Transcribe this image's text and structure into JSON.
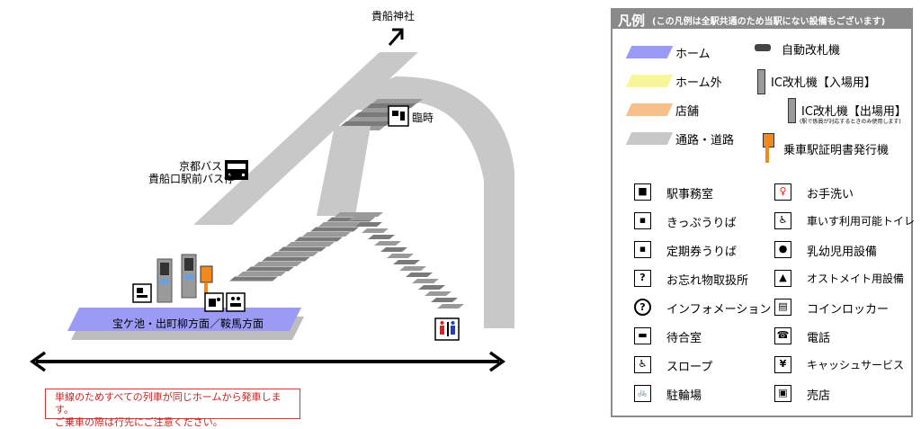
{
  "map": {
    "shrine_label": "貴船神社",
    "bus_label_line1": "京都バス",
    "bus_label_line2": "貴船口駅前バス停",
    "ticket_booth_label": "臨時",
    "platform_label": "宝ケ池・出町柳方面／鞍馬方面",
    "notice_line1": "単線のためすべての列車が同じホームから発車します。",
    "notice_line2": "ご乗車の際は行先にご注意ください。"
  },
  "legend": {
    "title": "凡例",
    "note": "(この凡例は全駅共通のため当駅にない設備もございます)",
    "area_items": [
      {
        "label": "ホーム",
        "color": "#9b9bf5"
      },
      {
        "label": "ホーム外",
        "color": "#f7f79a"
      },
      {
        "label": "店舗",
        "color": "#f7c08a"
      },
      {
        "label": "通路・道路",
        "color": "#c8c8c8"
      }
    ],
    "gate_items": [
      {
        "label": "自動改札機"
      },
      {
        "label": "IC改札機【入場用】"
      },
      {
        "label": "IC改札機【出場用】"
      },
      {
        "label": "(駅で係員が対応するときのみ使用します)"
      },
      {
        "label": "乗車駅証明書発行機"
      }
    ],
    "left_items": [
      {
        "label": "駅事務室",
        "icon": "station-office-icon"
      },
      {
        "label": "きっぷうりば",
        "icon": "ticket-counter-icon"
      },
      {
        "label": "定期券うりば",
        "icon": "commuter-pass-icon"
      },
      {
        "label": "お忘れ物取扱所",
        "icon": "lost-and-found-icon"
      },
      {
        "label": "インフォメーション",
        "icon": "information-icon"
      },
      {
        "label": "待合室",
        "icon": "waiting-room-icon"
      },
      {
        "label": "スロープ",
        "icon": "slope-icon"
      },
      {
        "label": "駐輪場",
        "icon": "bicycle-parking-icon"
      }
    ],
    "right_items": [
      {
        "label": "お手洗い",
        "icon": "restroom-icon"
      },
      {
        "label": "車いす利用可能トイレ",
        "icon": "wheelchair-toilet-icon"
      },
      {
        "label": "乳幼児用設備",
        "icon": "baby-facility-icon"
      },
      {
        "label": "オストメイト用設備",
        "icon": "ostomate-icon"
      },
      {
        "label": "コインロッカー",
        "icon": "coin-locker-icon"
      },
      {
        "label": "電話",
        "icon": "telephone-icon"
      },
      {
        "label": "キャッシュサービス",
        "icon": "cash-service-icon"
      },
      {
        "label": "売店",
        "icon": "kiosk-icon"
      }
    ]
  }
}
